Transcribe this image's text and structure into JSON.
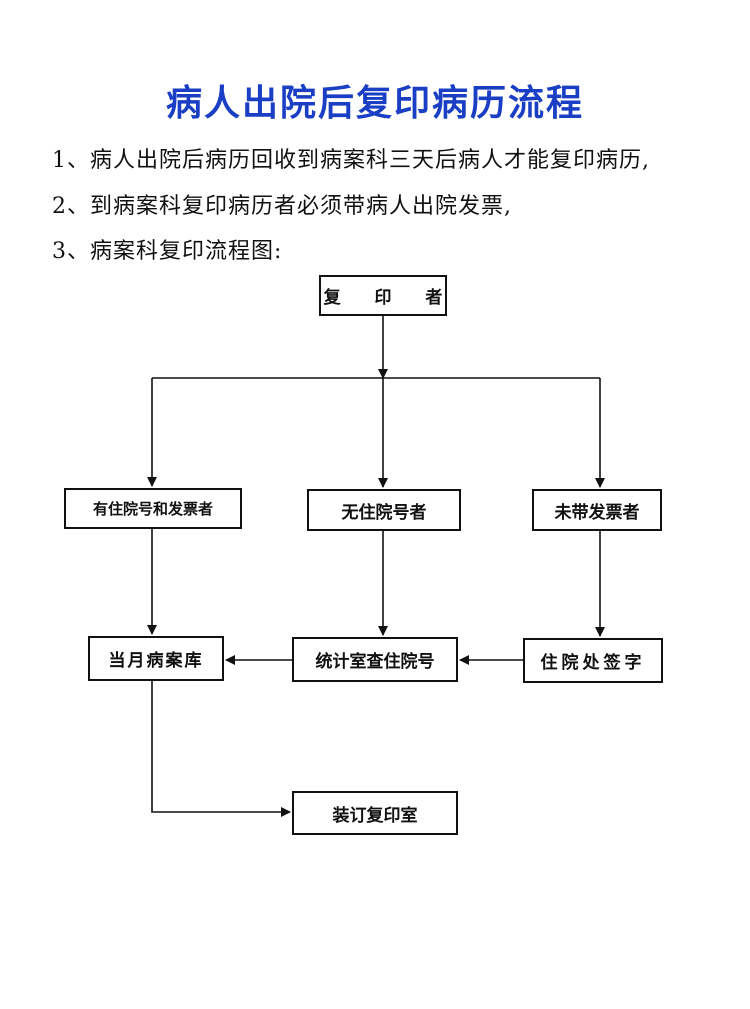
{
  "title": "病人出院后复印病历流程",
  "items": [
    "1、病人出院后病历回收到病案科三天后病人才能复印病历,",
    "2、到病案科复印病历者必须带病人出院发票,",
    "3、病案科复印流程图:"
  ],
  "flowchart": {
    "applicant": "复 印 者",
    "has_admission_and_invoice": "有住院号和发票者",
    "no_admission_number": "无住院号者",
    "no_invoice": "未带发票者",
    "monthly_records_room": "当月病案库",
    "statistics_room_check": "统计室查住院号",
    "inpatient_office_sign": "住院处签字",
    "binding_copy_room": "装订复印室"
  }
}
